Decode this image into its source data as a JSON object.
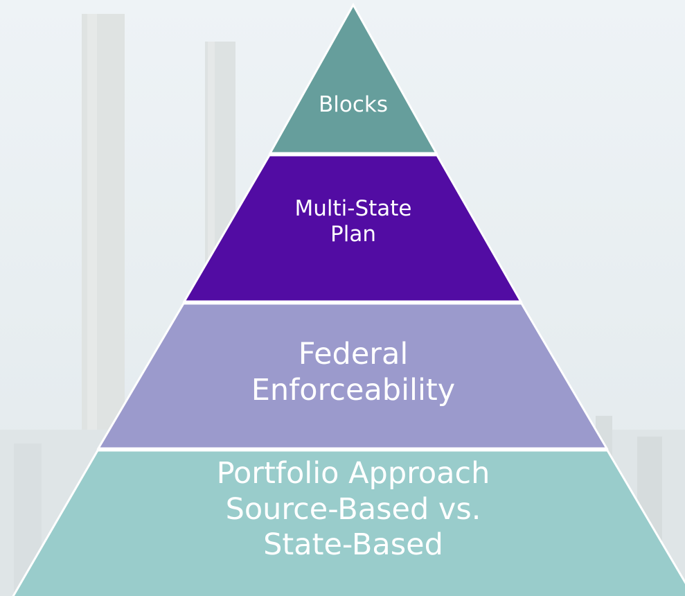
{
  "tiers": [
    {
      "id": "blocks",
      "lines": [
        "Blocks"
      ],
      "color": "#669e9c"
    },
    {
      "id": "multi-state",
      "lines": [
        "Multi-State",
        "Plan"
      ],
      "color": "#520ca3"
    },
    {
      "id": "federal",
      "lines": [
        "Federal",
        "Enforceability"
      ],
      "color": "#9b9acc"
    },
    {
      "id": "portfolio",
      "lines": [
        "Portfolio Approach",
        "Source-Based vs.",
        "State-Based"
      ],
      "color": "#99cccb"
    }
  ]
}
